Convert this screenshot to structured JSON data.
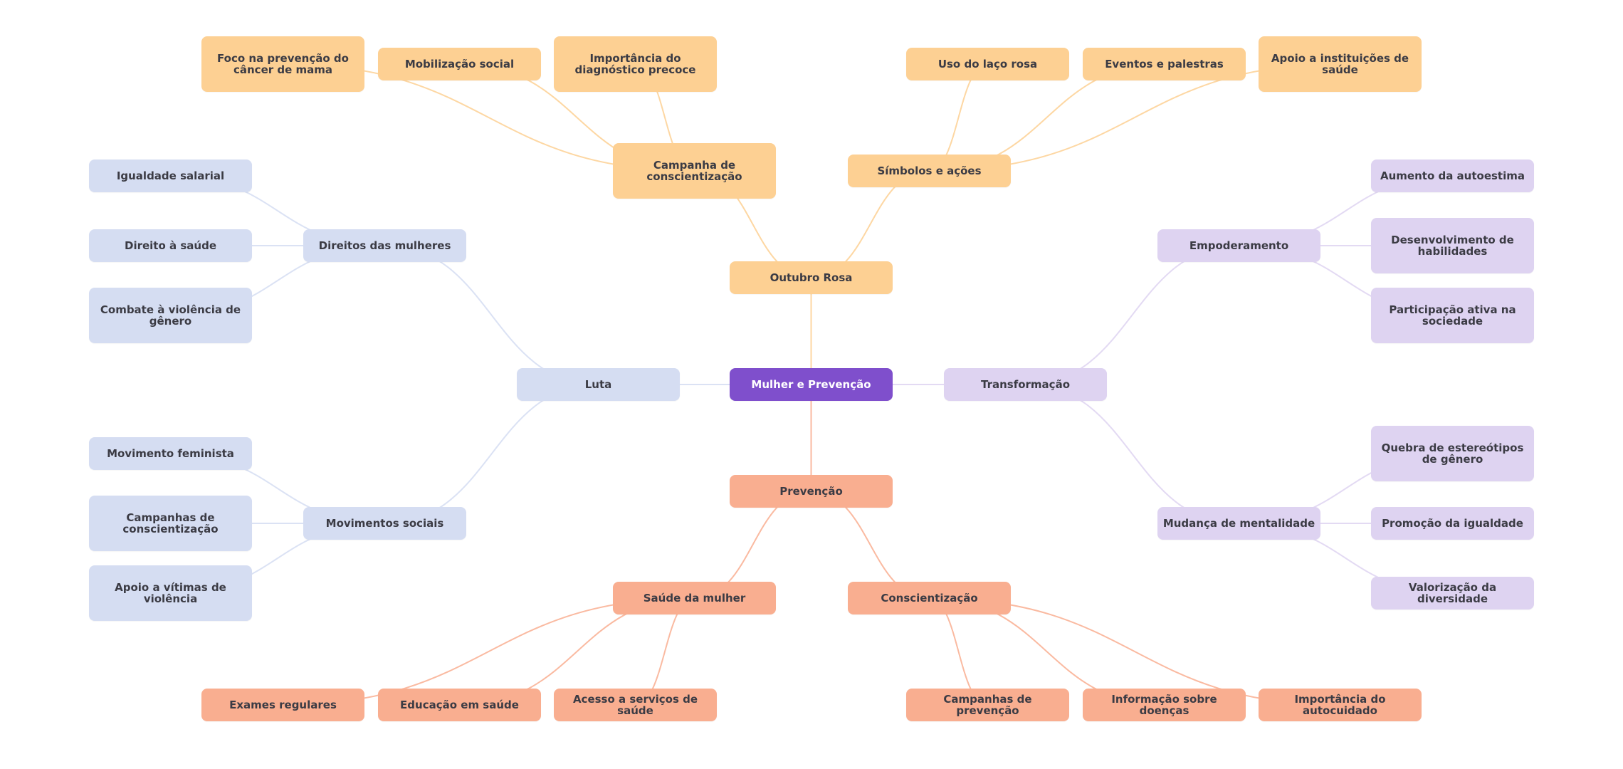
{
  "diagram": {
    "type": "mind-map",
    "colors": {
      "root": "#7f4fcc",
      "outubro_rosa_branch": "#fdd093",
      "luta_branch": "#d5ddf2",
      "transformacao_branch": "#ded3f1",
      "prevencao_branch": "#f9ae90",
      "text": "#3b3b44"
    },
    "root": {
      "label": "Mulher e Prevenção"
    },
    "nodes": {
      "outubro": "Outubro Rosa",
      "campanha": "Campanha de conscientização",
      "simbolos": "Símbolos e ações",
      "foco": "Foco na prevenção do câncer de mama",
      "mobilizacao": "Mobilização social",
      "importancia_diag": "Importância do diagnóstico precoce",
      "laco": "Uso do laço rosa",
      "eventos": "Eventos e palestras",
      "apoio_inst": "Apoio a instituições de saúde",
      "luta": "Luta",
      "direitos": "Direitos das mulheres",
      "igualdade": "Igualdade salarial",
      "direito_saude": "Direito à saúde",
      "combate": "Combate à violência de gênero",
      "movimentos": "Movimentos sociais",
      "mov_feminista": "Movimento feminista",
      "campanhas_consc": "Campanhas de conscientização",
      "apoio_vitimas": "Apoio a vítimas de violência",
      "transformacao": "Transformação",
      "empoderamento": "Empoderamento",
      "aumento": "Aumento da autoestima",
      "desenvolvimento": "Desenvolvimento de habilidades",
      "participacao": "Participação ativa na sociedade",
      "mudanca": "Mudança de mentalidade",
      "quebra": "Quebra de estereótipos de gênero",
      "promocao": "Promoção da igualdade",
      "valorizacao": "Valorização da diversidade",
      "prevencao": "Prevenção",
      "saude_mulher": "Saúde da mulher",
      "conscientizacao": "Conscientização",
      "exames": "Exames regulares",
      "educacao": "Educação em saúde",
      "acesso": "Acesso a serviços de saúde",
      "campanhas_prev": "Campanhas de prevenção",
      "informacao": "Informação sobre doenças",
      "autocuidado": "Importância do autocuidado"
    },
    "edges": [
      [
        "root",
        "outubro"
      ],
      [
        "root",
        "luta"
      ],
      [
        "root",
        "transformacao"
      ],
      [
        "root",
        "prevencao"
      ],
      [
        "outubro",
        "campanha"
      ],
      [
        "outubro",
        "simbolos"
      ],
      [
        "campanha",
        "foco"
      ],
      [
        "campanha",
        "mobilizacao"
      ],
      [
        "campanha",
        "importancia_diag"
      ],
      [
        "simbolos",
        "laco"
      ],
      [
        "simbolos",
        "eventos"
      ],
      [
        "simbolos",
        "apoio_inst"
      ],
      [
        "luta",
        "direitos"
      ],
      [
        "luta",
        "movimentos"
      ],
      [
        "direitos",
        "igualdade"
      ],
      [
        "direitos",
        "direito_saude"
      ],
      [
        "direitos",
        "combate"
      ],
      [
        "movimentos",
        "mov_feminista"
      ],
      [
        "movimentos",
        "campanhas_consc"
      ],
      [
        "movimentos",
        "apoio_vitimas"
      ],
      [
        "transformacao",
        "empoderamento"
      ],
      [
        "transformacao",
        "mudanca"
      ],
      [
        "empoderamento",
        "aumento"
      ],
      [
        "empoderamento",
        "desenvolvimento"
      ],
      [
        "empoderamento",
        "participacao"
      ],
      [
        "mudanca",
        "quebra"
      ],
      [
        "mudanca",
        "promocao"
      ],
      [
        "mudanca",
        "valorizacao"
      ],
      [
        "prevencao",
        "saude_mulher"
      ],
      [
        "prevencao",
        "conscientizacao"
      ],
      [
        "saude_mulher",
        "exames"
      ],
      [
        "saude_mulher",
        "educacao"
      ],
      [
        "saude_mulher",
        "acesso"
      ],
      [
        "conscientizacao",
        "campanhas_prev"
      ],
      [
        "conscientizacao",
        "informacao"
      ],
      [
        "conscientizacao",
        "autocuidado"
      ]
    ]
  }
}
